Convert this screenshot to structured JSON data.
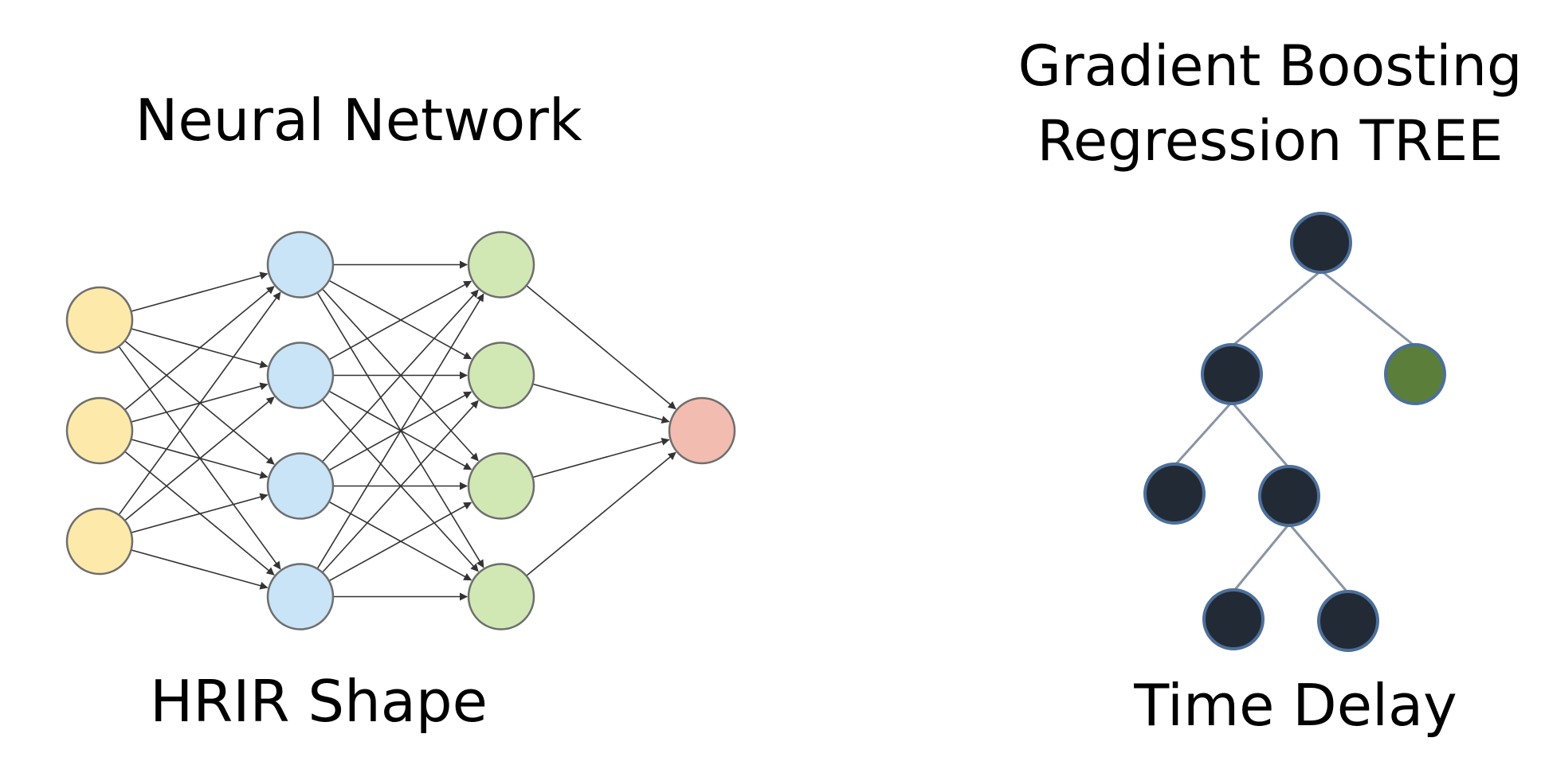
{
  "neural_network": {
    "title": "Neural Network",
    "caption": "HRIR Shape",
    "layers": [
      {
        "name": "input",
        "node_count": 3,
        "fill": "#fde9a9",
        "stroke": "#6e6e6e"
      },
      {
        "name": "hidden-1",
        "node_count": 4,
        "fill": "#c9e3f7",
        "stroke": "#6e6e6e"
      },
      {
        "name": "hidden-2",
        "node_count": 4,
        "fill": "#d1e8b5",
        "stroke": "#6e6e6e"
      },
      {
        "name": "output",
        "node_count": 1,
        "fill": "#f3bcb0",
        "stroke": "#6e6e6e"
      }
    ],
    "edge_color": "#333333",
    "connectivity": "fully-connected"
  },
  "gradient_boosting": {
    "title_line_1": "Gradient Boosting",
    "title_line_2": "Regression TREE",
    "caption": "Time Delay",
    "node_fill": "#222a35",
    "leaf_highlight_fill": "#5b7f3a",
    "node_border": "#4d6f9a",
    "edge_color": "#8a94a6",
    "tree": {
      "id": "root",
      "children": [
        {
          "id": "left",
          "children": [
            {
              "id": "left-left",
              "children": []
            },
            {
              "id": "left-right",
              "children": [
                {
                  "id": "left-right-left",
                  "children": []
                },
                {
                  "id": "left-right-right",
                  "children": []
                }
              ]
            }
          ]
        },
        {
          "id": "right",
          "highlight": true,
          "children": []
        }
      ]
    }
  }
}
